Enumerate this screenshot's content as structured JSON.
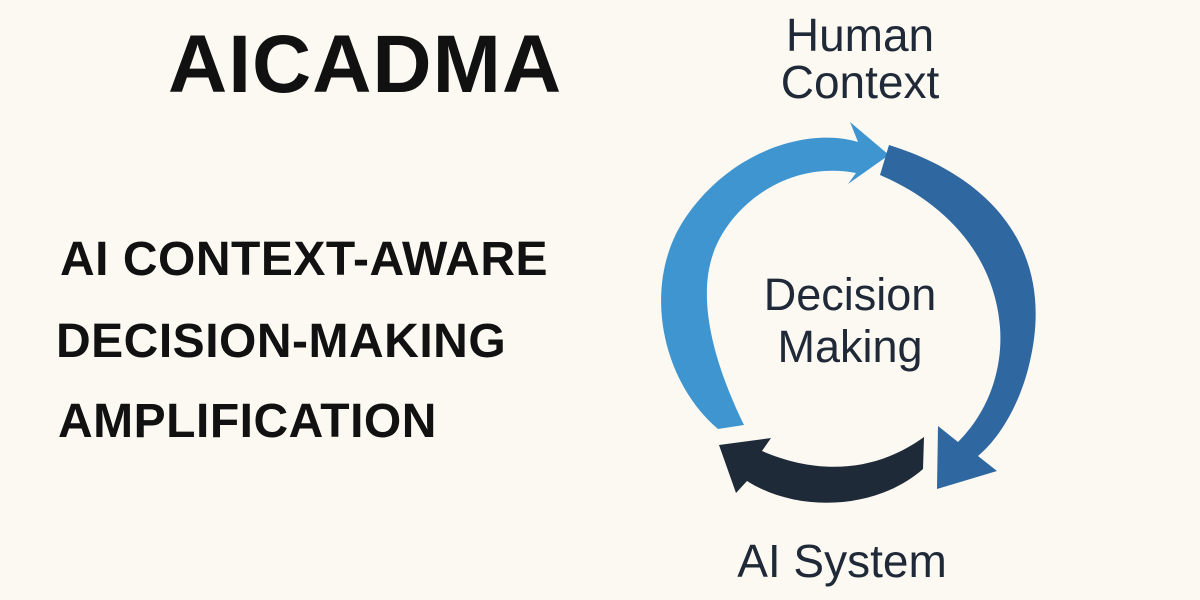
{
  "title": "AICADMA",
  "subtitle": {
    "line1": "AI CONTEXT-AWARE",
    "line2": "DECISION-MAKING",
    "line3": "AMPLIFICATION"
  },
  "cycle": {
    "top_label_line1": "Human",
    "top_label_line2": "Context",
    "center_label_line1": "Decision",
    "center_label_line2": "Making",
    "bottom_label": "AI System",
    "colors": {
      "light_blue": "#3f95cf",
      "dark_blue": "#2f67a0",
      "navy": "#1f2a38",
      "background": "#fbf9f2",
      "text": "#1f2937"
    }
  }
}
